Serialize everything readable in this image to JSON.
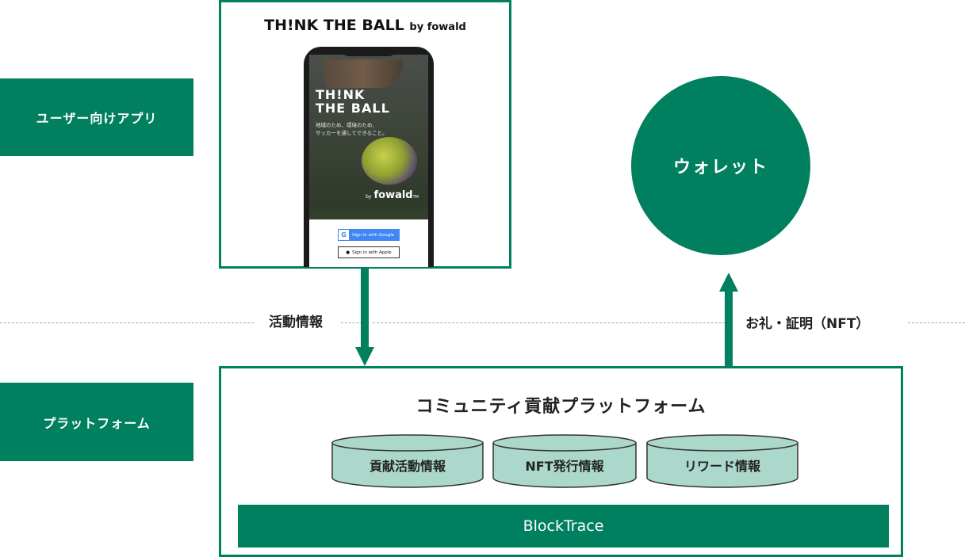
{
  "left_labels": {
    "app": "ユーザー向けアプリ",
    "platform": "プラットフォーム"
  },
  "app_card": {
    "title": "TH!NK THE BALL",
    "title_by": "by fowald",
    "phone": {
      "splash_logo_line1": "TH!NK",
      "splash_logo_line2": "THE BALL",
      "tagline_line1": "地域のため、環境のため、",
      "tagline_line2": "サッカーを通してできること。",
      "brand_by": "by",
      "brand_name": "fowald",
      "brand_tm": "TM",
      "google_button": "Sign in with Google",
      "google_icon_letter": "G",
      "apple_button": "Sign in with Apple"
    }
  },
  "flows": {
    "down_label": "活動情報",
    "up_label": "お礼・証明（NFT）"
  },
  "wallet": {
    "label": "ウォレット"
  },
  "platform": {
    "title": "コミュニティ貢献プラットフォーム",
    "databases": [
      {
        "label": "貢献活動情報"
      },
      {
        "label": "NFT発行情報"
      },
      {
        "label": "リワード情報"
      }
    ],
    "base_layer": "BlockTrace"
  },
  "colors": {
    "primary_green": "#00805f",
    "cylinder_fill": "#acd8cc",
    "dash_line": "#7fb8a8"
  }
}
